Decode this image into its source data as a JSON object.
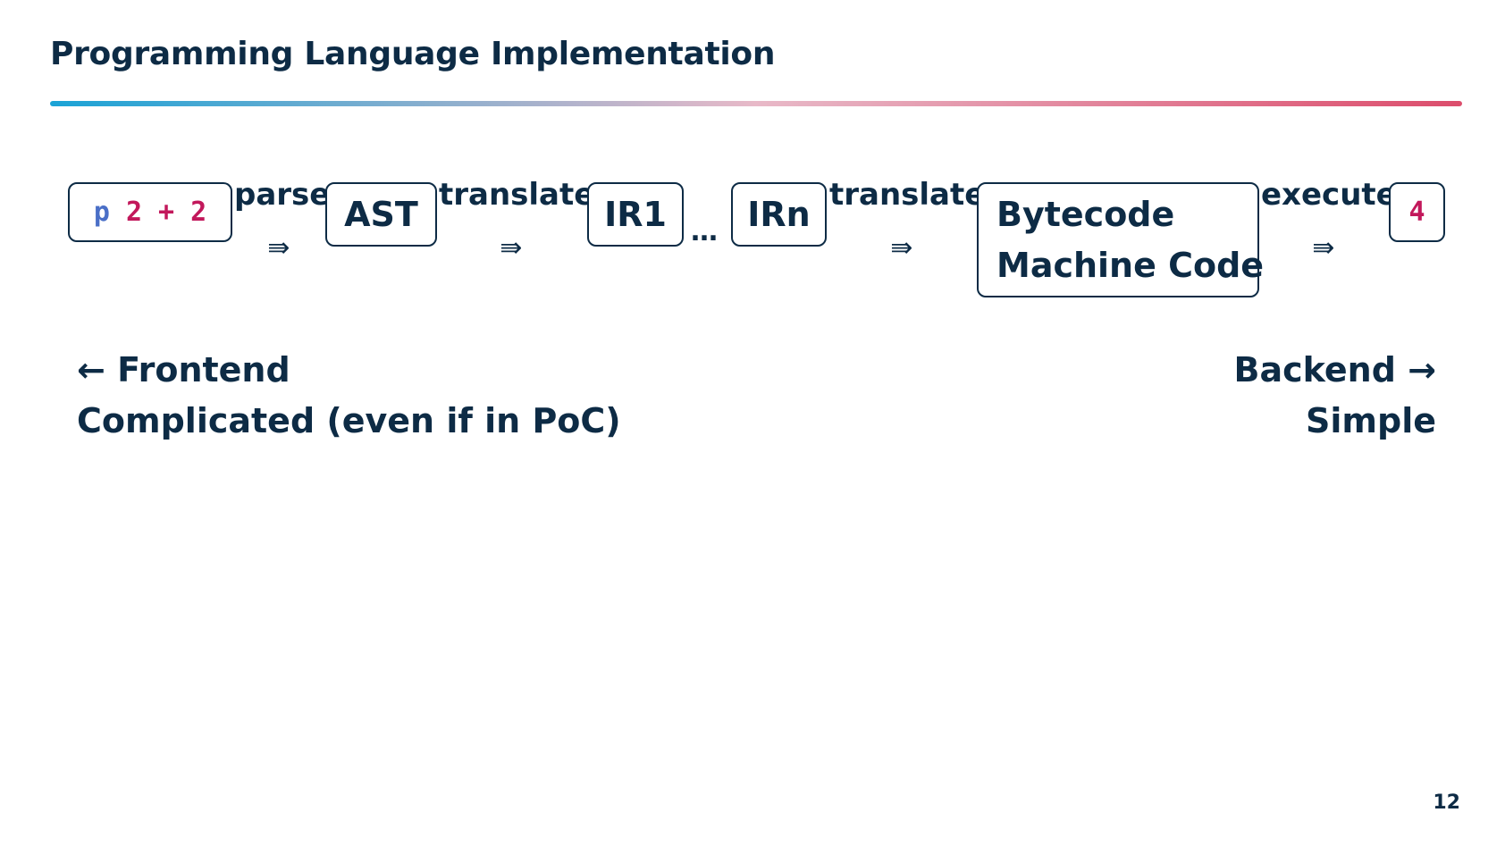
{
  "slide": {
    "title": "Programming Language Implementation",
    "page_number": "12"
  },
  "colors": {
    "text": "#0d2b45",
    "rule_start": "#1aa3d6",
    "rule_mid": "#e8b9c8",
    "rule_end": "#dc4d6c",
    "code_keyword": "#4a6fc7",
    "code_literal": "#c2185b"
  },
  "pipeline": {
    "source_tokens": [
      "p",
      "2",
      "+",
      "2"
    ],
    "steps": [
      {
        "label": "parse",
        "arrow": "⇛"
      },
      {
        "label": "translate",
        "arrow": "⇛"
      },
      {
        "label": "translate",
        "arrow": "⇛"
      },
      {
        "label": "execute",
        "arrow": "⇛"
      }
    ],
    "nodes": {
      "ast": "AST",
      "ir1": "IR1",
      "ellipsis": "…",
      "irn": "IRn",
      "backend_line1": "Bytecode",
      "backend_line2": "Machine Code",
      "result": "4"
    }
  },
  "notes": {
    "frontend_label": "← Frontend",
    "frontend_desc": "Complicated (even if in PoC)",
    "backend_label": "Backend →",
    "backend_desc": "Simple"
  }
}
